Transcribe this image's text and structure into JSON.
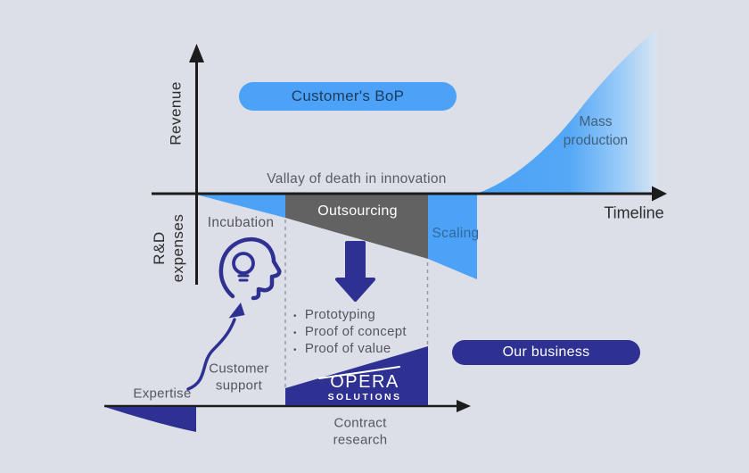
{
  "colors": {
    "background": "#dcdee8",
    "light_blue": "#4ba2f6",
    "navy": "#2e3192",
    "gray_wedge": "#626262",
    "axis": "#1c1c1c",
    "text_dark": "#2d2d2d",
    "text_gray": "#56565c",
    "mass_production_text": "#40607c",
    "scaling_text": "#34689d",
    "bop_text": "#1f3a5f"
  },
  "axes": {
    "y_top_label": "Revenue",
    "y_bottom_label": [
      "R&D",
      "expenses"
    ],
    "x_label": "Timeline"
  },
  "badges": {
    "customers_bop": "Customer's BoP",
    "our_business": "Our business"
  },
  "phases": {
    "incubation": "Incubation",
    "outsourcing": "Outsourcing",
    "scaling": "Scaling",
    "mass_production": [
      "Mass",
      "production"
    ]
  },
  "annotations": {
    "valley_of_death": "Vallay of death in innovation",
    "expertise": "Expertise",
    "customer_support": [
      "Customer",
      "support"
    ],
    "contract_research": [
      "Contract",
      "research"
    ]
  },
  "bullets": [
    "Prototyping",
    "Proof of concept",
    "Proof of value"
  ],
  "logo": {
    "name": "OPERA",
    "sub": "SOLUTIONS"
  },
  "glyphs": {
    "bullet": "•"
  }
}
